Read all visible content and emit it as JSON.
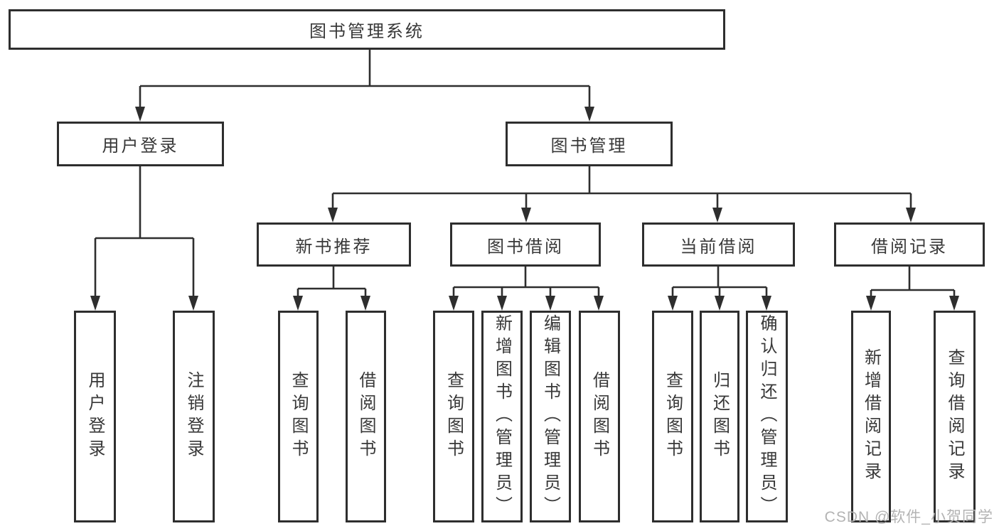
{
  "diagram": {
    "line_color": "#2e2e2e",
    "box_border_color": "#2e2e2e",
    "text_color": "#383838",
    "root": {
      "label": "图书管理系统"
    },
    "level2": [
      {
        "label": "用户登录"
      },
      {
        "label": "图书管理"
      }
    ],
    "level3": [
      {
        "label": "新书推荐",
        "parent": "图书管理"
      },
      {
        "label": "图书借阅",
        "parent": "图书管理"
      },
      {
        "label": "当前借阅",
        "parent": "图书管理"
      },
      {
        "label": "借阅记录",
        "parent": "图书管理"
      }
    ],
    "leaves": [
      {
        "label": "用户登录",
        "parent": "用户登录"
      },
      {
        "label": "注销登录",
        "parent": "用户登录"
      },
      {
        "label": "查询图书",
        "parent": "新书推荐"
      },
      {
        "label": "借阅图书",
        "parent": "新书推荐"
      },
      {
        "label": "查询图书",
        "parent": "图书借阅"
      },
      {
        "label": "新增图书（管理员）",
        "parent": "图书借阅"
      },
      {
        "label": "编辑图书（管理员）",
        "parent": "图书借阅"
      },
      {
        "label": "借阅图书",
        "parent": "图书借阅"
      },
      {
        "label": "查询图书",
        "parent": "当前借阅"
      },
      {
        "label": "归还图书",
        "parent": "当前借阅"
      },
      {
        "label": "确认归还（管理员）",
        "parent": "当前借阅"
      },
      {
        "label": "新增借阅记录",
        "parent": "借阅记录"
      },
      {
        "label": "查询借阅记录",
        "parent": "借阅记录"
      }
    ]
  },
  "watermark": {
    "text": "CSDN @软件_小贺同学",
    "color": "#b3b3b3"
  }
}
